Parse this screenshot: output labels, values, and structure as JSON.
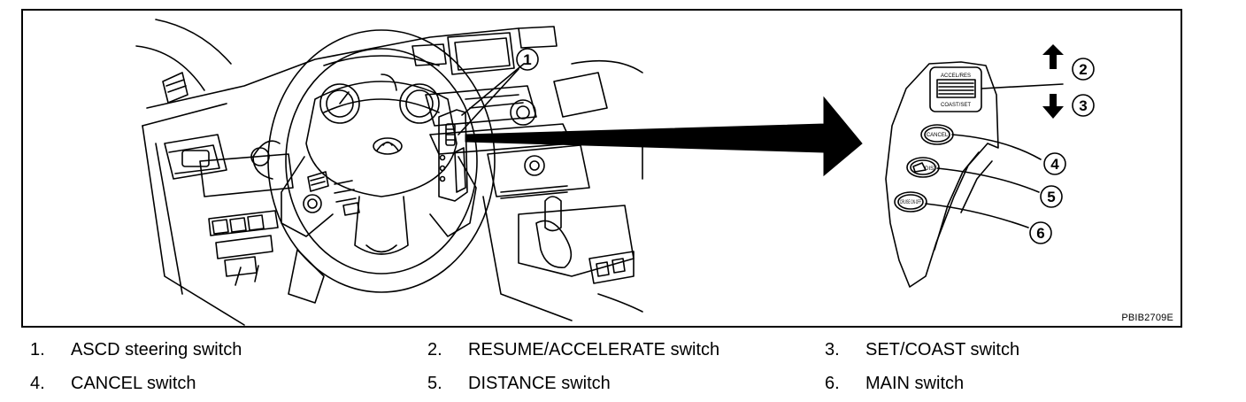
{
  "figure": {
    "code": "PBIB2709E",
    "callouts": [
      "1",
      "2",
      "3",
      "4",
      "5",
      "6"
    ],
    "switch_labels": {
      "accel_res": "ACCEL/RES",
      "coast_set": "COAST/SET",
      "cancel": "CANCEL",
      "distance": "DIST",
      "cruise_on_off": "CRUISE ON·OFF"
    }
  },
  "legend": [
    {
      "num": "1.",
      "label": "ASCD steering switch"
    },
    {
      "num": "2.",
      "label": "RESUME/ACCELERATE switch"
    },
    {
      "num": "3.",
      "label": "SET/COAST switch"
    },
    {
      "num": "4.",
      "label": "CANCEL switch"
    },
    {
      "num": "5.",
      "label": "DISTANCE switch"
    },
    {
      "num": "6.",
      "label": "MAIN switch"
    }
  ]
}
